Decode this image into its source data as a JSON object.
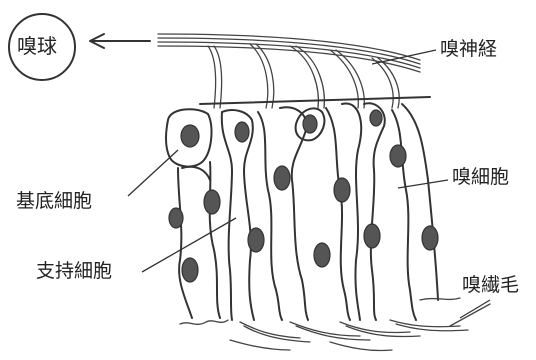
{
  "labels": {
    "olfactory_bulb": "嗅球",
    "olfactory_nerve": "嗅神経",
    "olfactory_receptor_cell": "嗅細胞",
    "olfactory_cilia": "嗅繊毛",
    "basal_cell": "基底細胞",
    "supporting_cell": "支持細胞"
  },
  "colors": {
    "line": "#333333",
    "nucleus": "#555555",
    "background": "#ffffff"
  }
}
